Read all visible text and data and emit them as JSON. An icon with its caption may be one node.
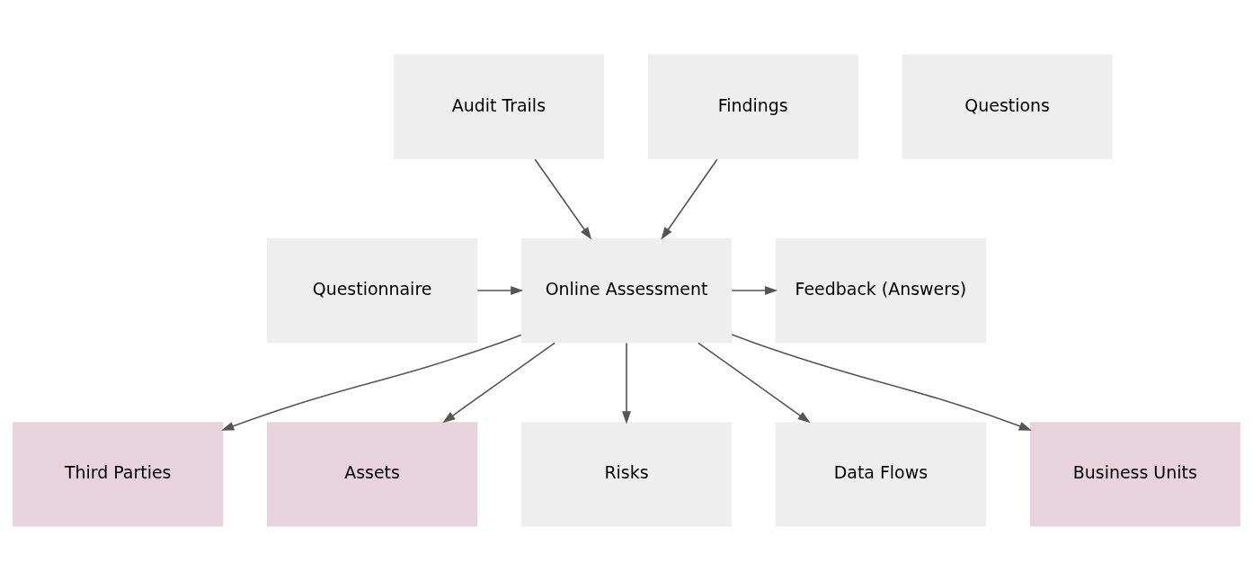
{
  "diagram": {
    "nodes": [
      {
        "text": [
          "Audit Trails"
        ]
      },
      {
        "text": [
          "Findings"
        ]
      },
      {
        "text": [
          "Questions"
        ]
      },
      {
        "text": [
          "Questionnaire"
        ]
      },
      {
        "text": [
          "Online Assessment"
        ]
      },
      {
        "text": [
          "Feedback (Answers)"
        ]
      },
      {
        "text": [
          "Third Parties"
        ]
      },
      {
        "text": [
          "Assets"
        ]
      },
      {
        "text": [
          "Risks"
        ]
      },
      {
        "text": [
          "Data Flows"
        ]
      },
      {
        "text": [
          "Business Units"
        ]
      }
    ],
    "edges": [
      {
        "from": 0,
        "to": 4,
        "arrow": "to"
      },
      {
        "from": 1,
        "to": 4,
        "arrow": "to"
      },
      {
        "from": 3,
        "to": 4,
        "arrow": "to"
      },
      {
        "from": 4,
        "to": 5,
        "arrow": "to"
      },
      {
        "from": 4,
        "to": 6,
        "arrow": "to"
      },
      {
        "from": 4,
        "to": 7,
        "arrow": "to"
      },
      {
        "from": 4,
        "to": 8,
        "arrow": "to"
      },
      {
        "from": 4,
        "to": 9,
        "arrow": "to"
      },
      {
        "from": 4,
        "to": 10,
        "arrow": "to"
      }
    ]
  }
}
